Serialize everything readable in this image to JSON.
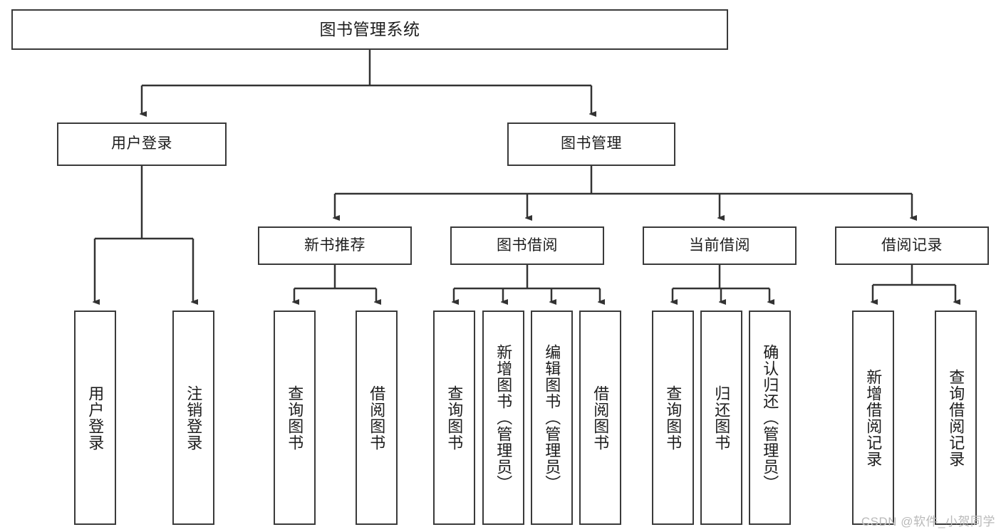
{
  "diagram": {
    "title": "图书管理系统",
    "type": "tree-hierarchy-chart",
    "orientation": "top-down",
    "nodes": {
      "root": {
        "label": "图书管理系统"
      },
      "level1": [
        {
          "id": "user-login",
          "label": "用户登录"
        },
        {
          "id": "book-manage",
          "label": "图书管理"
        }
      ],
      "level2": [
        {
          "id": "new-book-recommend",
          "label": "新书推荐",
          "parent": "book-manage"
        },
        {
          "id": "book-borrow",
          "label": "图书借阅",
          "parent": "book-manage"
        },
        {
          "id": "current-borrow",
          "label": "当前借阅",
          "parent": "book-manage"
        },
        {
          "id": "borrow-record",
          "label": "借阅记录",
          "parent": "book-manage"
        }
      ],
      "leaves": [
        {
          "id": "leaf-user-login",
          "label": "用户登录",
          "parent": "user-login"
        },
        {
          "id": "leaf-logout",
          "label": "注销登录",
          "parent": "user-login"
        },
        {
          "id": "leaf-query-book-1",
          "label": "查询图书",
          "parent": "new-book-recommend"
        },
        {
          "id": "leaf-borrow-book-1",
          "label": "借阅图书",
          "parent": "new-book-recommend"
        },
        {
          "id": "leaf-query-book-2",
          "label": "查询图书",
          "parent": "book-borrow"
        },
        {
          "id": "leaf-add-book",
          "label": "新增图书（管理员）",
          "parent": "book-borrow"
        },
        {
          "id": "leaf-edit-book",
          "label": "编辑图书（管理员）",
          "parent": "book-borrow"
        },
        {
          "id": "leaf-borrow-book-2",
          "label": "借阅图书",
          "parent": "book-borrow"
        },
        {
          "id": "leaf-query-book-3",
          "label": "查询图书",
          "parent": "current-borrow"
        },
        {
          "id": "leaf-return-book",
          "label": "归还图书",
          "parent": "current-borrow"
        },
        {
          "id": "leaf-confirm-return",
          "label": "确认归还（管理员）",
          "parent": "current-borrow"
        },
        {
          "id": "leaf-add-record",
          "label": "新增借阅记录",
          "parent": "borrow-record"
        },
        {
          "id": "leaf-query-record",
          "label": "查询借阅记录",
          "parent": "borrow-record"
        }
      ]
    },
    "colors": {
      "border": "#3a3a3a",
      "background": "#ffffff",
      "text": "#1d1d1d",
      "edge": "#333333",
      "watermark": "#b9b9b9"
    }
  },
  "watermark": {
    "text": "CSDN @软件_小贺同学"
  }
}
